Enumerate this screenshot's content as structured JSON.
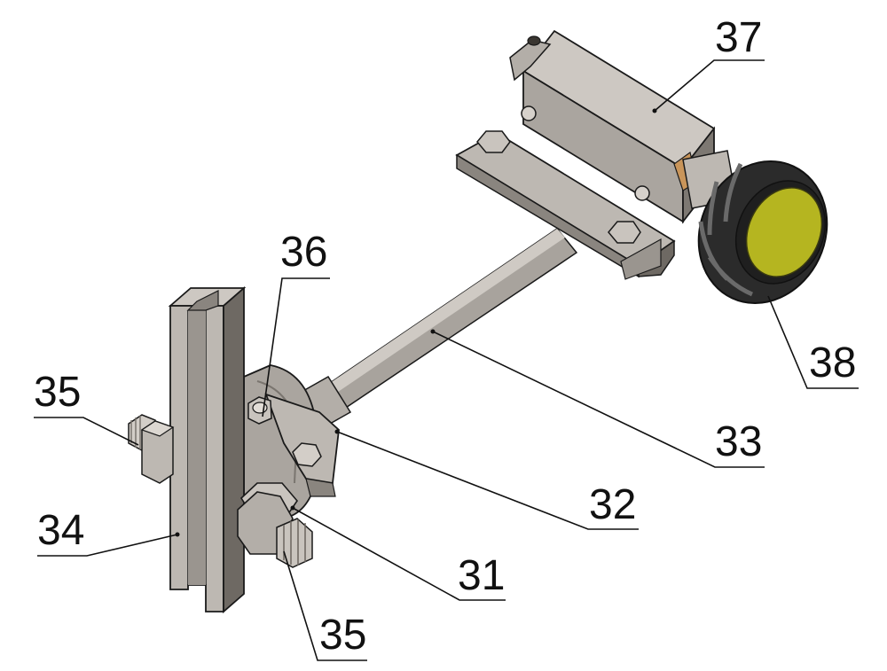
{
  "diagram": {
    "labels": {
      "l31": "31",
      "l32": "32",
      "l33": "33",
      "l34": "34",
      "l35a": "35",
      "l35b": "35",
      "l36": "36",
      "l37": "37",
      "l38": "38"
    },
    "colors": {
      "metal_light": "#bdb8b2",
      "metal_mid": "#9a958f",
      "metal_dark": "#5f5a55",
      "edge": "#1a1a1a",
      "knob_black": "#2b2b2b",
      "knob_cap": "#b5b520",
      "bronze": "#c9955a"
    }
  }
}
